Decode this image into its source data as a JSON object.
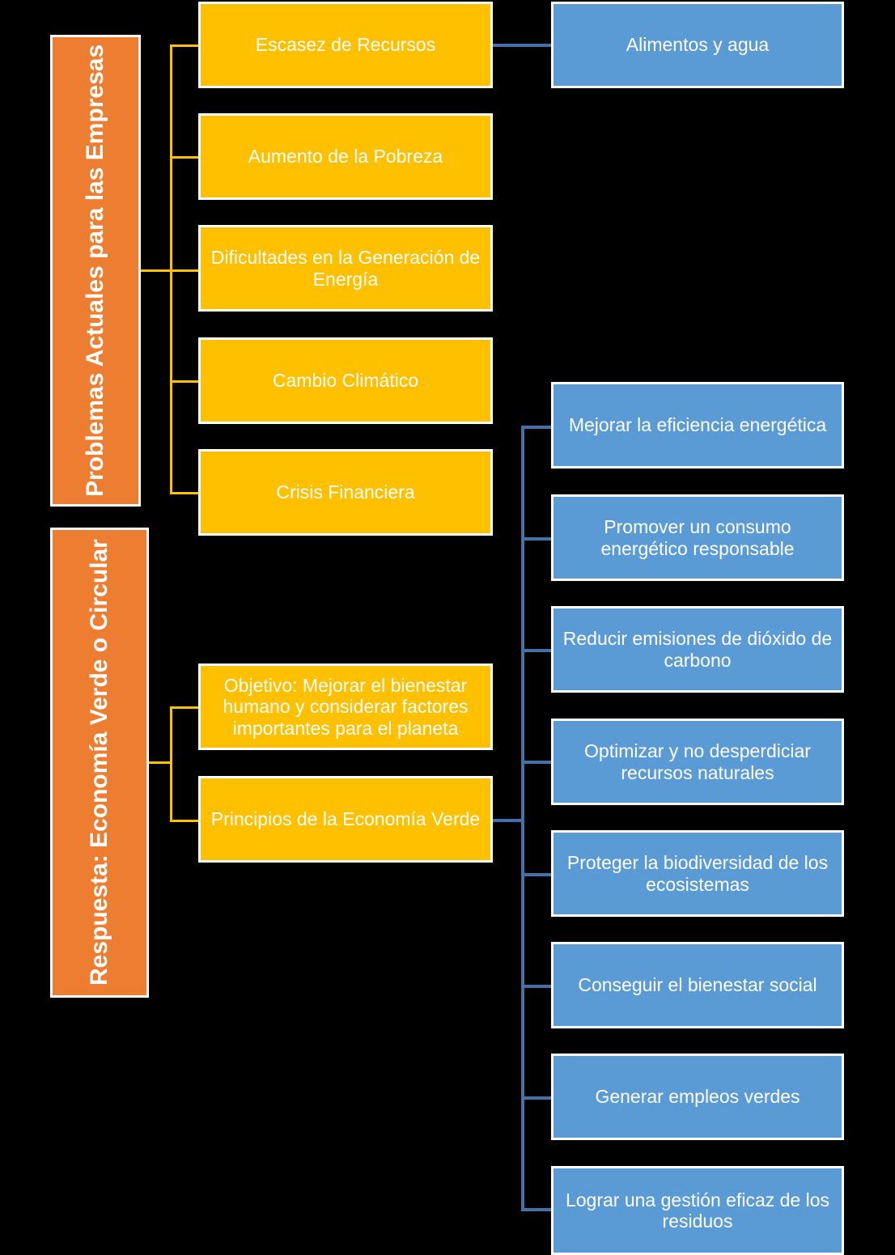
{
  "diagram": {
    "title_semantics": "Mapa conceptual: Problemas actuales y Economia Verde o Circular",
    "colors": {
      "background": "#000000",
      "root_box": "#ED7D31",
      "level1_box": "#FFC000",
      "level2_box": "#5B9BD5",
      "border": "#FFFFFF",
      "connector_yellow": "#FFC000",
      "connector_blue": "#4472A8",
      "text": "#FFFFFF"
    },
    "roots": [
      {
        "id": "root-problemas",
        "label": "Problemas Actuales para las Empresas"
      },
      {
        "id": "root-respuesta",
        "label": "Respuesta: Economía Verde o Circular"
      }
    ],
    "problemas": [
      {
        "id": "escasez",
        "label": "Escasez de Recursos"
      },
      {
        "id": "pobreza",
        "label": "Aumento de la Pobreza"
      },
      {
        "id": "energia",
        "label": "Dificultades en la Generación de Energía"
      },
      {
        "id": "clima",
        "label": "Cambio Climático"
      },
      {
        "id": "crisis",
        "label": "Crisis Financiera"
      }
    ],
    "problemas_detalle": [
      {
        "id": "alimentos",
        "label": "Alimentos y agua",
        "parent": "escasez"
      }
    ],
    "respuesta": [
      {
        "id": "objetivo",
        "label": "Objetivo: Mejorar el bienestar humano y considerar factores importantes para el planeta"
      },
      {
        "id": "principios",
        "label": "Principios de la Economía Verde"
      }
    ],
    "principios_detalle": [
      {
        "id": "p1",
        "label": "Mejorar la eficiencia energética"
      },
      {
        "id": "p2",
        "label": "Promover un consumo energético responsable"
      },
      {
        "id": "p3",
        "label": "Reducir emisiones de dióxido de carbono"
      },
      {
        "id": "p4",
        "label": "Optimizar y no desperdiciar recursos naturales"
      },
      {
        "id": "p5",
        "label": "Proteger la biodiversidad de los ecosistemas"
      },
      {
        "id": "p6",
        "label": "Conseguir el bienestar social"
      },
      {
        "id": "p7",
        "label": "Generar empleos verdes"
      },
      {
        "id": "p8",
        "label": "Lograr una gestión eficaz de los residuos"
      }
    ]
  }
}
